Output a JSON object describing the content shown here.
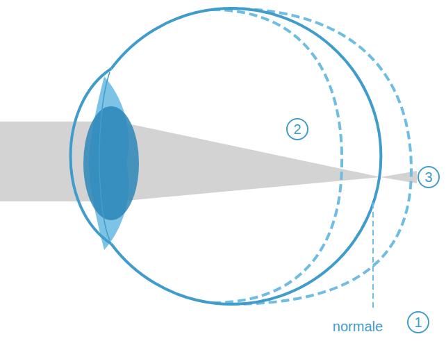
{
  "diagram": {
    "labels": [
      "2",
      "3",
      "normale",
      "1"
    ]
  }
}
